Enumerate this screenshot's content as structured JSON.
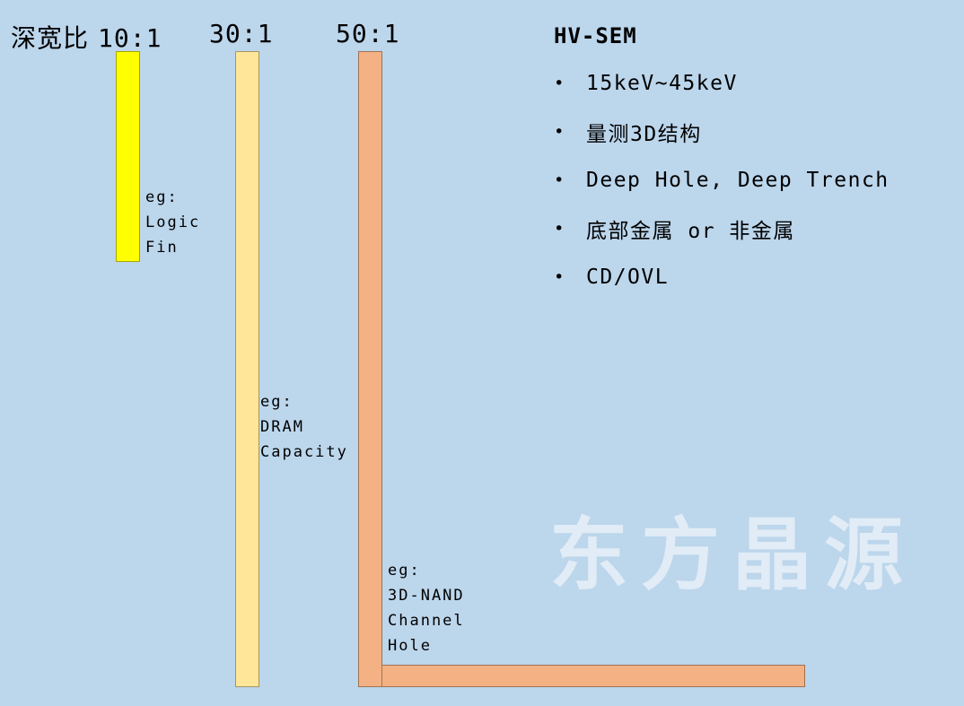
{
  "header": {
    "axis_label": "深宽比",
    "ratio_labels": [
      "10:1",
      "30:1",
      "50:1"
    ]
  },
  "bars": [
    {
      "ratio": "10:1",
      "value": 10,
      "color": "#ffff00",
      "eg_lines": [
        "eg:",
        "Logic",
        "Fin"
      ]
    },
    {
      "ratio": "30:1",
      "value": 30,
      "color": "#ffe699",
      "eg_lines": [
        "eg:",
        "DRAM",
        "Capacity"
      ]
    },
    {
      "ratio": "50:1",
      "value": 50,
      "color": "#f4b183",
      "eg_lines": [
        "eg:",
        "3D-NAND",
        "Channel",
        "Hole"
      ]
    }
  ],
  "panel": {
    "title": "HV-SEM",
    "bullet_glyph": "•",
    "bullets": [
      "15keV~45keV",
      "量测3D结构",
      "Deep Hole, Deep Trench",
      "底部金属 or 非金属",
      "CD/OVL"
    ]
  },
  "watermark": {
    "text": "东方晶源",
    "color": "rgba(255,255,255,0.55)"
  },
  "colors": {
    "background": "#bcd6ec",
    "bar_10_1": "#ffff00",
    "bar_30_1": "#ffe699",
    "bar_50_1": "#f4b183",
    "text": "#000000"
  }
}
